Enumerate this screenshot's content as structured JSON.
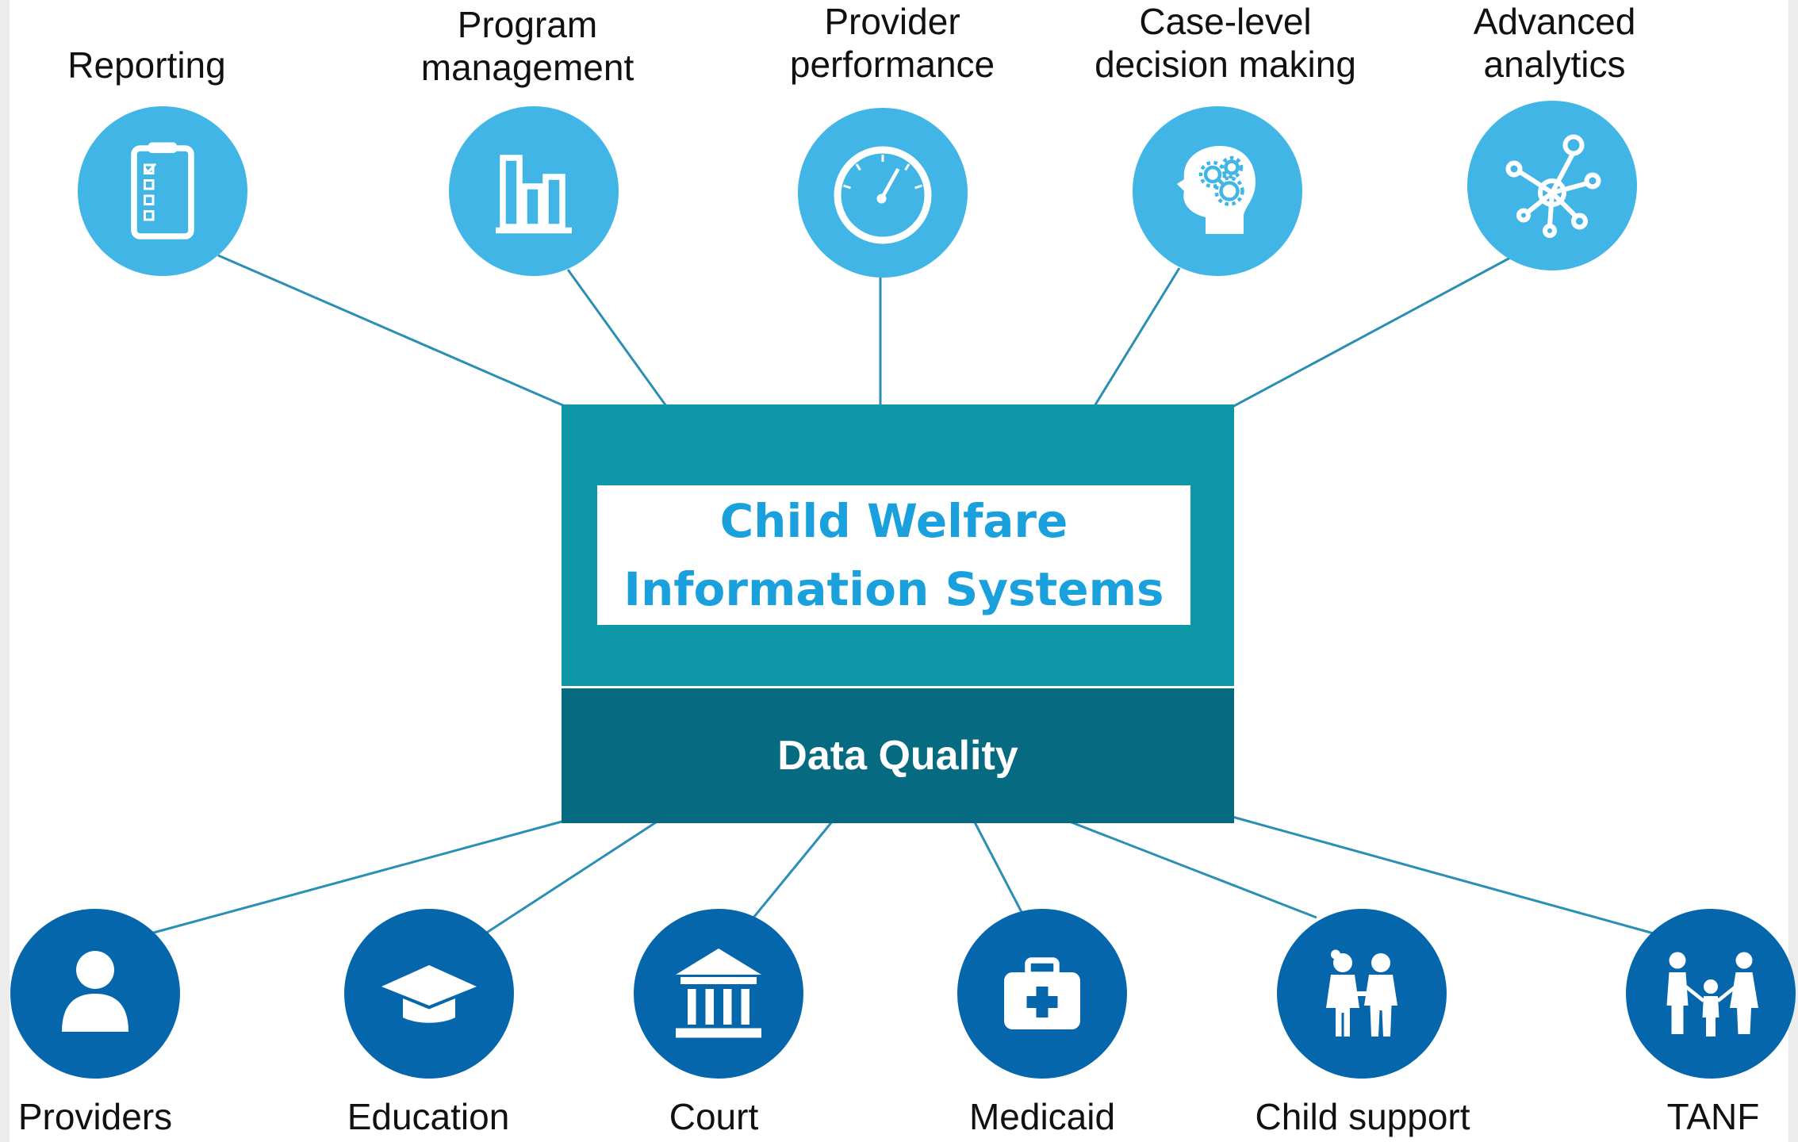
{
  "diagram": {
    "center": {
      "title_line1": "Child Welfare",
      "title_line2": "Information Systems",
      "base_label": "Data Quality"
    },
    "outputs": [
      {
        "lines": [
          "Reporting"
        ],
        "icon": "clipboard-checklist-icon"
      },
      {
        "lines": [
          "Program",
          "management"
        ],
        "icon": "bar-chart-icon"
      },
      {
        "lines": [
          "Provider",
          "performance"
        ],
        "icon": "gauge-icon"
      },
      {
        "lines": [
          "Case-level",
          "decision making"
        ],
        "icon": "head-gears-icon"
      },
      {
        "lines": [
          "Advanced",
          "analytics"
        ],
        "icon": "network-nodes-icon"
      }
    ],
    "inputs": [
      {
        "label": "Providers",
        "icon": "person-icon"
      },
      {
        "label": "Education",
        "icon": "graduation-cap-icon"
      },
      {
        "label": "Court",
        "icon": "courthouse-icon"
      },
      {
        "label": "Medicaid",
        "icon": "medical-kit-icon"
      },
      {
        "label": "Child support",
        "icon": "children-icon"
      },
      {
        "label": "TANF",
        "icon": "family-icon"
      }
    ]
  },
  "colors": {
    "top_circle": "#41b6e6",
    "bottom_circle": "#0566ac",
    "hub": "#0e97a7",
    "data_quality": "#066a80",
    "title_text": "#1aa0dc",
    "connector": "#2b8fb4"
  }
}
